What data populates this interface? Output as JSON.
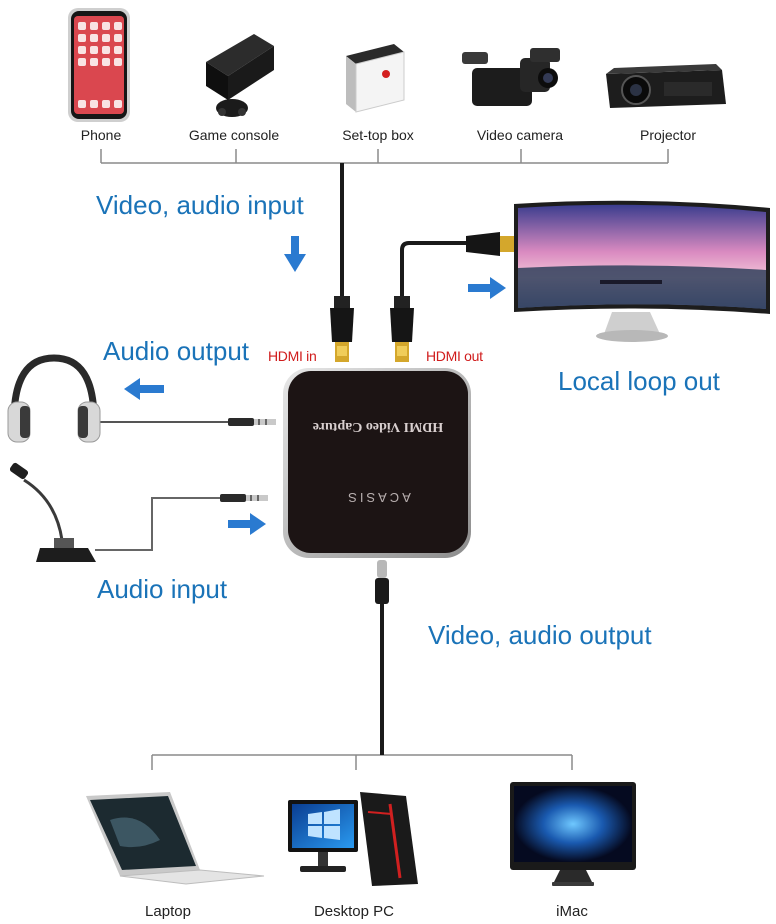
{
  "top_devices": [
    {
      "label": "Phone"
    },
    {
      "label": "Game console"
    },
    {
      "label": "Set-top box"
    },
    {
      "label": "Video camera"
    },
    {
      "label": "Projector"
    }
  ],
  "bottom_devices": [
    {
      "label": "Laptop"
    },
    {
      "label": "Desktop PC"
    },
    {
      "label": "iMac"
    }
  ],
  "flow_labels": {
    "video_audio_input": "Video, audio input",
    "audio_output": "Audio output",
    "audio_input": "Audio input",
    "local_loop_out": "Local loop out",
    "video_audio_output": "Video, audio output"
  },
  "ports": {
    "hdmi_in": "HDMI in",
    "hdmi_out": "HDMI out"
  },
  "capture_box": {
    "title": "HDMI Video Capture",
    "brand": "ACASIS"
  },
  "colors": {
    "flow_text": "#1a73b8",
    "arrow": "#2a7ad0",
    "port_text": "#d01c1c",
    "box_body": "#1c1414"
  }
}
